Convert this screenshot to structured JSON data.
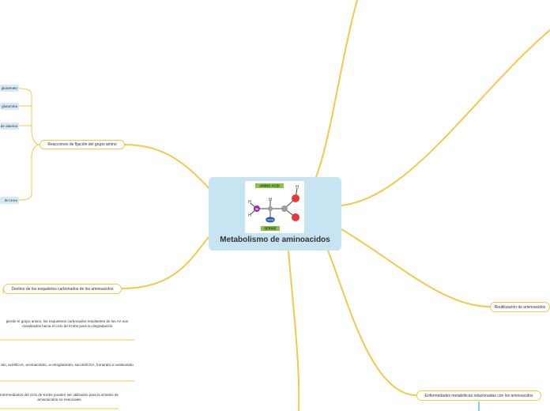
{
  "central": {
    "title": "Metabolismo de aminoacidos",
    "molecule": {
      "header_label": "AMINO ACID",
      "footer_label": "SERINE",
      "atoms": {
        "h_top": "H",
        "h_right": "H",
        "h_left_top": "H",
        "h_left_bottom": "H",
        "nitrogen": "N",
        "side_chain": "CH2OH"
      }
    }
  },
  "branches": {
    "union": "Reacciones de fijación del grupo amino",
    "union_children": [
      "glutamato",
      "glutamina",
      "de alanina",
      "de Urea"
    ],
    "destino": "Destino de los esqueletos carbonados de los aminoacidos",
    "destino_children": [
      "pierde el grupo amino, los esqueletos carbonados resultantes de los AA son canalizados hacia el ciclo de Krebs para su degradación",
      "ato, acetilCoA, acetoacetato, a-cetoglutarato, succinilCOA, fumarato a oxalacetato",
      "Intermediarios del ciclo de Krebs pueden ser utilizados para la síntesis de aminoácidos no esenciales"
    ],
    "reutilizacion": "Reutilización de aminoacidos",
    "enfermedades": "Enfermedades metabólicas relacionadas con los aminoacidos"
  },
  "colors": {
    "connector": "#f2c94c",
    "central_bg": "#c7e4f2",
    "tag_bg": "#d6eaf6",
    "oxygen": "#e53935",
    "nitrogen": "#9c27b0",
    "carbon": "#9e9e9e",
    "side_chain": "#1e5aa8",
    "label_green": "#8bc34a",
    "enfermedades_stem": "#4fc3f7"
  }
}
